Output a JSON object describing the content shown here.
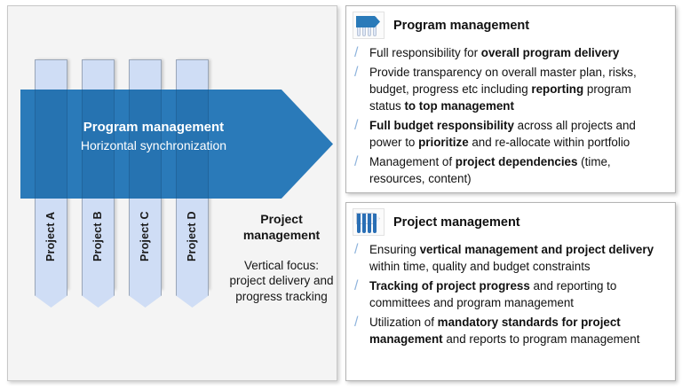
{
  "diagram": {
    "arrow": {
      "title": "Program management",
      "subtitle": "Horizontal synchronization"
    },
    "columns": [
      {
        "label": "Project A"
      },
      {
        "label": "Project B"
      },
      {
        "label": "Project C"
      },
      {
        "label": "Project D"
      }
    ],
    "caption": {
      "title_line1": "Project",
      "title_line2": "management",
      "body": "Vertical focus: project delivery and progress tracking"
    }
  },
  "cards": [
    {
      "icon": "program-management-icon",
      "title": "Program management",
      "bullets": [
        [
          {
            "t": "Full responsibility for ",
            "b": false
          },
          {
            "t": "overall program delivery",
            "b": true
          }
        ],
        [
          {
            "t": "Provide transparency on overall master plan, risks, budget, progress etc including ",
            "b": false
          },
          {
            "t": "reporting",
            "b": true
          },
          {
            "t": " program status ",
            "b": false
          },
          {
            "t": "to top management",
            "b": true
          }
        ],
        [
          {
            "t": "Full budget responsibility",
            "b": true
          },
          {
            "t": " across all projects and power to ",
            "b": false
          },
          {
            "t": "prioritize",
            "b": true
          },
          {
            "t": " and re-allocate within portfolio",
            "b": false
          }
        ],
        [
          {
            "t": "Management of ",
            "b": false
          },
          {
            "t": "project dependencies",
            "b": true
          },
          {
            "t": " (time, resources, content)",
            "b": false
          }
        ]
      ]
    },
    {
      "icon": "project-management-icon",
      "title": "Project management",
      "bullets": [
        [
          {
            "t": "Ensuring ",
            "b": false
          },
          {
            "t": "vertical management and project delivery",
            "b": true
          },
          {
            "t": " within time, quality and budget constraints",
            "b": false
          }
        ],
        [
          {
            "t": "Tracking of project progress",
            "b": true
          },
          {
            "t": " and reporting to committees and program management",
            "b": false
          }
        ],
        [
          {
            "t": "Utilization of ",
            "b": false
          },
          {
            "t": "mandatory standards for project management",
            "b": true
          },
          {
            "t": " and reports to program management",
            "b": false
          }
        ]
      ]
    }
  ],
  "colors": {
    "arrow_blue": "#2a7ab9",
    "column_blue": "#cfddf5",
    "bullet_slash": "#8fb4dd",
    "panel_bg": "#f4f4f4"
  }
}
